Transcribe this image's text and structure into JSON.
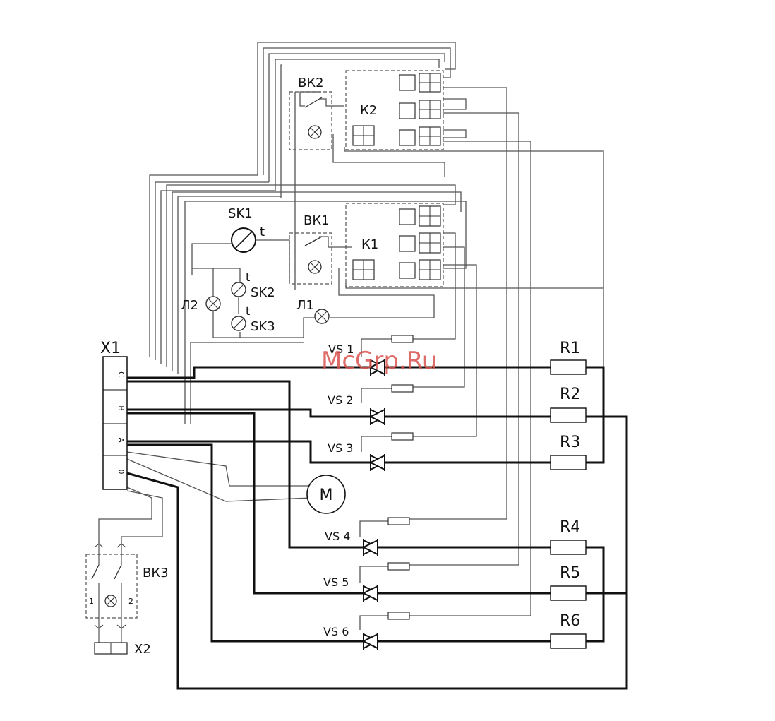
{
  "labels": {
    "bk2": "ВК2",
    "k2": "К2",
    "sk1": "SK1",
    "t1": "t",
    "bk1": "ВК1",
    "k1": "К1",
    "t2": "t",
    "sk2": "SK2",
    "t3": "t",
    "sk3": "SK3",
    "l2": "Л2",
    "l1": "Л1",
    "x1": "X1",
    "x1_c": "С",
    "x1_b": "В",
    "x1_a": "А",
    "x1_0": "0",
    "vs1": "VS 1",
    "vs2": "VS 2",
    "vs3": "VS 3",
    "vs4": "VS 4",
    "vs5": "VS 5",
    "vs6": "VS 6",
    "r1": "R1",
    "r2": "R2",
    "r3": "R3",
    "r4": "R4",
    "r5": "R5",
    "r6": "R6",
    "motor": "М",
    "bk3": "ВК3",
    "bk3_pin1": "1",
    "bk3_pin2": "2",
    "x2": "X2"
  },
  "watermark": "McGrp.Ru",
  "colors": {
    "wire": "#555555",
    "bold_wire": "#111111",
    "watermark": "#d9534f"
  }
}
